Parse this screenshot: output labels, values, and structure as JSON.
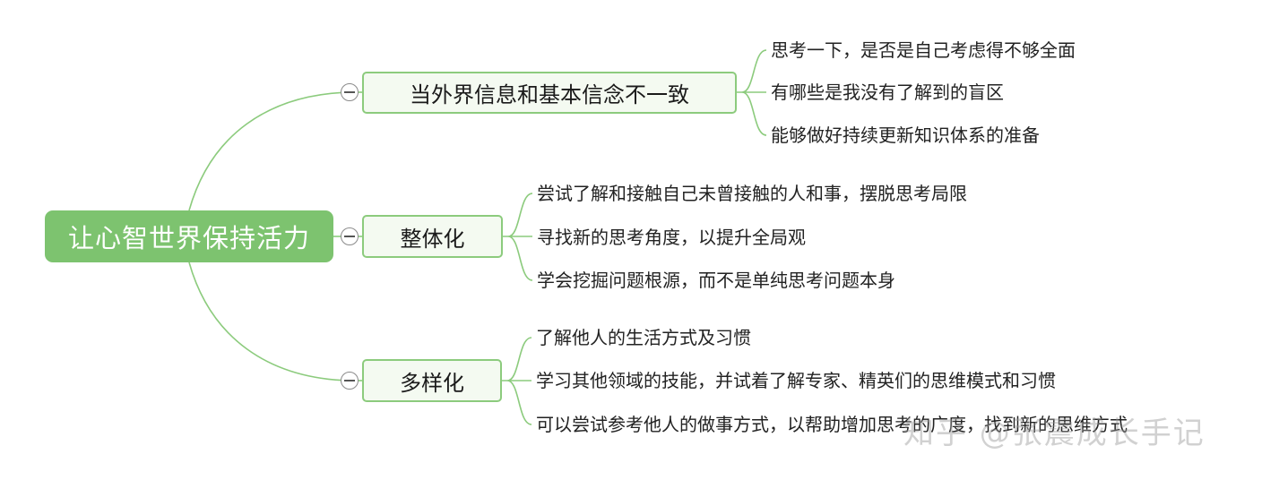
{
  "root": {
    "label": "让心智世界保持活力"
  },
  "branches": [
    {
      "label": "当外界信息和基本信念不一致",
      "children": [
        "思考一下，是否是自己考虑得不够全面",
        "有哪些是我没有了解到的盲区",
        "能够做好持续更新知识体系的准备"
      ]
    },
    {
      "label": "整体化",
      "children": [
        "尝试了解和接触自己未曾接触的人和事，摆脱思考局限",
        "寻找新的思考角度，以提升全局观",
        "学会挖掘问题根源，而不是单纯思考问题本身"
      ]
    },
    {
      "label": "多样化",
      "children": [
        "了解他人的生活方式及习惯",
        "学习其他领域的技能，并试着了解专家、精英们的思维模式和习惯",
        "可以尝试参考他人的做事方式，以帮助增加思考的广度，找到新的思维方式"
      ]
    }
  ],
  "watermark": "知乎 @张震成长手记",
  "colors": {
    "root_fill": "#7dc36f",
    "branch_border": "#8ccb7d",
    "branch_fill": "#f4faf1",
    "connector": "#8ccb7d"
  }
}
